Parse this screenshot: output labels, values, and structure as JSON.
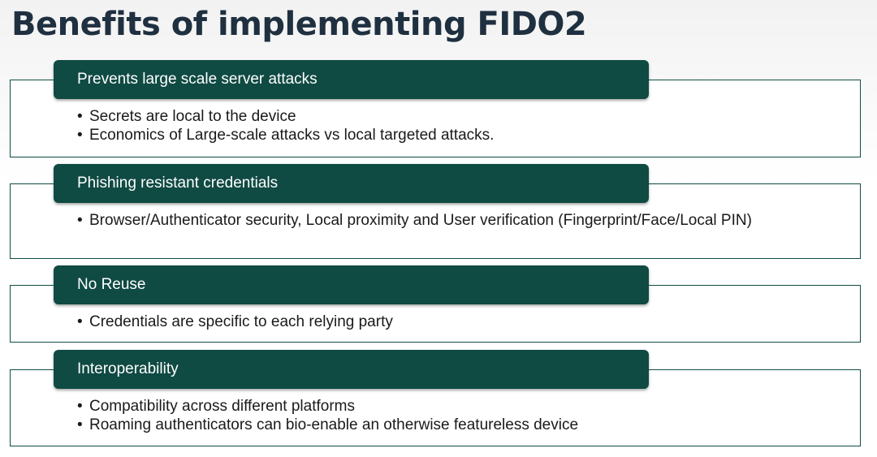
{
  "title": "Benefits of implementing FIDO2",
  "sections": [
    {
      "heading": "Prevents large scale server attacks",
      "bullets": [
        "Secrets are local to the device",
        "Economics of Large-scale attacks vs local targeted attacks."
      ]
    },
    {
      "heading": "Phishing resistant credentials",
      "bullets": [
        "Browser/Authenticator security, Local proximity and User verification (Fingerprint/Face/Local PIN)"
      ]
    },
    {
      "heading": "No Reuse",
      "bullets": [
        "Credentials are specific to each relying party"
      ]
    },
    {
      "heading": "Interoperability",
      "bullets": [
        "Compatibility across different platforms",
        "Roaming authenticators can bio-enable an otherwise featureless device"
      ]
    }
  ],
  "colors": {
    "header_fill": "#0f4a43",
    "title_text": "#1f3040",
    "box_border": "#0f4d46"
  }
}
